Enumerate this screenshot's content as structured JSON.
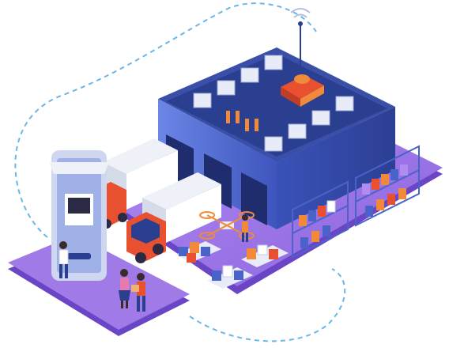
{
  "scene": {
    "subject": "isometric-smart-warehouse-illustration",
    "elements": [
      "warehouse-building",
      "rooftop-antenna",
      "delivery-truck",
      "delivery-drone",
      "mobile-phone",
      "storage-shelves",
      "parcel-stacks",
      "people"
    ]
  },
  "colors": {
    "background": "#ffffff",
    "platform_top": "#9b74e8",
    "platform_side": "#6a45c6",
    "building_front": "#4a63c9",
    "building_side": "#3147a6",
    "roof": "#2a3f8f",
    "truck_cab": "#e8502f",
    "accent_orange": "#f08a3a",
    "dashed_path": "#6bb6e8"
  }
}
